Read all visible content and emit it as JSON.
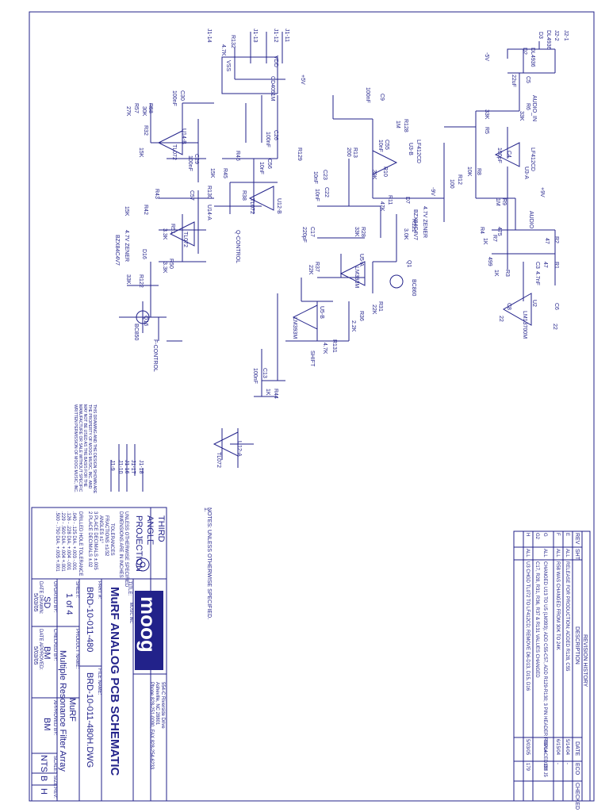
{
  "colors": {
    "ink": "#22228a",
    "paper": "#ffffff"
  },
  "schematic": {
    "components": [
      {
        "id": "j2_1",
        "text": "J2-1"
      },
      {
        "id": "j2_2",
        "text": "J2-2"
      },
      {
        "id": "dl4936_a",
        "text": "DL4936"
      },
      {
        "id": "dl4936_b",
        "text": "DL4936"
      },
      {
        "id": "d2",
        "text": "D2"
      },
      {
        "id": "d3",
        "text": "D3"
      },
      {
        "id": "c5",
        "text": "C5"
      },
      {
        "id": "c5v",
        "text": "22uF"
      },
      {
        "id": "audio_in",
        "text": "AUDIO_IN"
      },
      {
        "id": "r6",
        "text": "R6"
      },
      {
        "id": "r6v",
        "text": "33K"
      },
      {
        "id": "r5",
        "text": "R5"
      },
      {
        "id": "r5v",
        "text": "33K"
      },
      {
        "id": "c4",
        "text": "C4"
      },
      {
        "id": "c4v",
        "text": "100pF"
      },
      {
        "id": "u3a",
        "text": "U3-A"
      },
      {
        "id": "lf412a",
        "text": "LF412CD"
      },
      {
        "id": "r9",
        "text": "R9"
      },
      {
        "id": "r9v",
        "text": "1M"
      },
      {
        "id": "r8",
        "text": "R8"
      },
      {
        "id": "r8v",
        "text": "10K"
      },
      {
        "id": "r12",
        "text": "R12"
      },
      {
        "id": "r12v",
        "text": "100"
      },
      {
        "id": "u3b",
        "text": "U3-B"
      },
      {
        "id": "lf412b",
        "text": "LF412CD"
      },
      {
        "id": "r128",
        "text": "R128"
      },
      {
        "id": "r128v",
        "text": "1M"
      },
      {
        "id": "c55",
        "text": "C55"
      },
      {
        "id": "c55v",
        "text": "10nF"
      },
      {
        "id": "r13",
        "text": "R13"
      },
      {
        "id": "r13v",
        "text": "200"
      },
      {
        "id": "r10",
        "text": "R10"
      },
      {
        "id": "r10v",
        "text": "39K"
      },
      {
        "id": "r11",
        "text": "R11"
      },
      {
        "id": "r11v",
        "text": "47K"
      },
      {
        "id": "d7",
        "text": "D7"
      },
      {
        "id": "zener_a",
        "text": "BZX84C4V7"
      },
      {
        "id": "zener_a2",
        "text": "4.7V ZENER"
      },
      {
        "id": "r121",
        "text": "R121"
      },
      {
        "id": "r121v",
        "text": "3.0K"
      },
      {
        "id": "q1",
        "text": "Q1"
      },
      {
        "id": "bc860",
        "text": "BC860"
      },
      {
        "id": "c9",
        "text": "C9"
      },
      {
        "id": "c9v",
        "text": "100nF"
      },
      {
        "id": "u1",
        "text": "CD4051M"
      },
      {
        "id": "u1_vss",
        "text": "VSS"
      },
      {
        "id": "u1_vdd",
        "text": "VDD"
      },
      {
        "id": "r132",
        "text": "R132"
      },
      {
        "id": "r132v",
        "text": "4.7K"
      },
      {
        "id": "j1_14",
        "text": "J1-14"
      },
      {
        "id": "j1_13",
        "text": "J1-13"
      },
      {
        "id": "j1_12",
        "text": "J1-12"
      },
      {
        "id": "j1_11",
        "text": "J1-11"
      },
      {
        "id": "c30",
        "text": "C30"
      },
      {
        "id": "c30v",
        "text": "100nF"
      },
      {
        "id": "r58",
        "text": "R58"
      },
      {
        "id": "r58v",
        "text": "30K"
      },
      {
        "id": "r57",
        "text": "R57"
      },
      {
        "id": "r57v",
        "text": "27K"
      },
      {
        "id": "r32",
        "text": "R32"
      },
      {
        "id": "r32v",
        "text": "15K"
      },
      {
        "id": "u14b",
        "text": "U14-B"
      },
      {
        "id": "tl072a",
        "text": "TL072"
      },
      {
        "id": "c29",
        "text": "C29"
      },
      {
        "id": "c29v",
        "text": "100nF"
      },
      {
        "id": "c26",
        "text": "C26"
      },
      {
        "id": "c26v",
        "text": "100nF"
      },
      {
        "id": "r129",
        "text": "R129"
      },
      {
        "id": "r46",
        "text": "R46"
      },
      {
        "id": "c56",
        "text": "C56"
      },
      {
        "id": "c56v",
        "text": "10nF"
      },
      {
        "id": "r45",
        "text": "R45"
      },
      {
        "id": "r45v",
        "text": "15K"
      },
      {
        "id": "r130",
        "text": "R130"
      },
      {
        "id": "r38",
        "text": "R38"
      },
      {
        "id": "u12b",
        "text": "U12-B"
      },
      {
        "id": "tl072b",
        "text": "TL072"
      },
      {
        "id": "c57",
        "text": "C57"
      },
      {
        "id": "r43",
        "text": "R43"
      },
      {
        "id": "r42",
        "text": "R42"
      },
      {
        "id": "r42v",
        "text": "15K"
      },
      {
        "id": "u14a",
        "text": "U14-A"
      },
      {
        "id": "tl072c",
        "text": "TL072"
      },
      {
        "id": "r51",
        "text": "R51"
      },
      {
        "id": "r51v",
        "text": "3.3K"
      },
      {
        "id": "zener_b",
        "text": "BZX84C4V7"
      },
      {
        "id": "zener_b2",
        "text": "4.7V ZENER"
      },
      {
        "id": "r50",
        "text": "R50"
      },
      {
        "id": "r50v",
        "text": "3.3K"
      },
      {
        "id": "q_control",
        "text": "Q-CONTROL"
      },
      {
        "id": "d16",
        "text": "D16"
      },
      {
        "id": "r122",
        "text": "R122"
      },
      {
        "id": "r122v",
        "text": "33K"
      },
      {
        "id": "q16",
        "text": "Q16"
      },
      {
        "id": "bc850",
        "text": "BC850"
      },
      {
        "id": "f_control",
        "text": "F-CONTROL"
      },
      {
        "id": "c23",
        "text": "C23"
      },
      {
        "id": "c23v",
        "text": "10nF"
      },
      {
        "id": "c22",
        "text": "C22"
      },
      {
        "id": "c22v",
        "text": "10nF"
      },
      {
        "id": "c17",
        "text": "C17"
      },
      {
        "id": "c17v",
        "text": "220pF"
      },
      {
        "id": "r28",
        "text": "R28"
      },
      {
        "id": "r28v",
        "text": "33K"
      },
      {
        "id": "r37",
        "text": "R37"
      },
      {
        "id": "r37v",
        "text": "22K"
      },
      {
        "id": "u5a",
        "text": "U5-A"
      },
      {
        "id": "lm393a",
        "text": "LM393M"
      },
      {
        "id": "u5b",
        "text": "U5-B"
      },
      {
        "id": "lm393b",
        "text": "LM393M"
      },
      {
        "id": "r31",
        "text": "R31"
      },
      {
        "id": "r31v",
        "text": "22K"
      },
      {
        "id": "r36",
        "text": "R36"
      },
      {
        "id": "r36v",
        "text": "2.2K"
      },
      {
        "id": "r131",
        "text": "R131"
      },
      {
        "id": "r131v",
        "text": "4.7K"
      },
      {
        "id": "shift",
        "text": "SHIFT"
      },
      {
        "id": "c13",
        "text": "C13"
      },
      {
        "id": "c13v",
        "text": "100nF"
      },
      {
        "id": "r44",
        "text": "R44"
      },
      {
        "id": "r44v",
        "text": "1K"
      },
      {
        "id": "u2",
        "text": "U2"
      },
      {
        "id": "lm13700",
        "text": "LM13700M"
      },
      {
        "id": "r7",
        "text": "R7"
      },
      {
        "id": "r7v",
        "text": "475"
      },
      {
        "id": "r4",
        "text": "R4"
      },
      {
        "id": "r4v",
        "text": "1K"
      },
      {
        "id": "r2",
        "text": "R2"
      },
      {
        "id": "r2v",
        "text": "47"
      },
      {
        "id": "r1",
        "text": "R1"
      },
      {
        "id": "r1v",
        "text": "47"
      },
      {
        "id": "r3",
        "text": "R3"
      },
      {
        "id": "r3v",
        "text": "1K"
      },
      {
        "id": "c3",
        "text": "C3"
      },
      {
        "id": "c3v",
        "text": "4.7nF"
      },
      {
        "id": "c8",
        "text": "C8"
      },
      {
        "id": "c8v",
        "text": "22"
      },
      {
        "id": "c6",
        "text": "C6"
      },
      {
        "id": "c6v",
        "text": "22"
      },
      {
        "id": "r499",
        "text": "499"
      },
      {
        "id": "audio_out",
        "text": "AUDIO"
      },
      {
        "id": "u12a",
        "text": "U12-A"
      },
      {
        "id": "tl072d",
        "text": "TL072"
      },
      {
        "id": "j1_9",
        "text": "J1-9"
      },
      {
        "id": "j1_10",
        "text": "J1-10"
      },
      {
        "id": "j1_16",
        "text": "J1-16"
      },
      {
        "id": "j1_17",
        "text": "J1-17"
      },
      {
        "id": "j1_18",
        "text": "J1-18"
      },
      {
        "id": "pos5",
        "text": "+5V"
      },
      {
        "id": "neg5",
        "text": "-5V"
      },
      {
        "id": "pos9",
        "text": "+9V"
      },
      {
        "id": "neg9",
        "text": "-9V"
      }
    ]
  },
  "notes": {
    "heading": "NOTES: UNLESS OTHERWISE SPECIFIED.",
    "item1": "1."
  },
  "proprietary": {
    "line1": "THIS DRAWING AND THE DESIGN SHOWN ARE",
    "line2": "THE PROPERTY OF MOOG MUSIC, INC. AND",
    "line3": "MAY NOT BE USED AS THE BASIS FOR THE",
    "line4": "MANUFACTURE OR SALE WITHOUT SPECIFIC",
    "line5": "WRITTEN PERMISSION OF MOOG MUSIC, INC."
  },
  "revision_history": {
    "title": "REVISION HISTORY",
    "headers": {
      "rev": "REV",
      "sht": "SHT",
      "desc": "DESCRIPTION",
      "date": "DATE",
      "eco": "ECO",
      "checked": "CHECKED"
    },
    "rows": [
      {
        "rev": "E",
        "sht": "ALL",
        "desc": "RELEASE FOR PRODUCTION; ADDED R128, C55",
        "date": "5/14/04",
        "eco": "-"
      },
      {
        "rev": "F",
        "sht": "ALL",
        "desc": "R58 WAS CHANGED FROM 30K TO 24K",
        "date": "6/15/04",
        "eco": "-"
      },
      {
        "rev": "G",
        "sht": "ALL",
        "desc": "CHANGED U13 TO U5 (LM393); ADD C55-C57, ADD R129-R130; 3 PIN HEADER REPLACED BY J5",
        "date": "7/8/04",
        "eco": "133"
      },
      {
        "rev": "G2",
        "sht": "",
        "desc": "C17, R28, R31, R36, R37 & R131 VALUES CHANGED",
        "date": "",
        "eco": ""
      },
      {
        "rev": "H",
        "sht": "ALL",
        "desc": "U3 CHGD TL072 TO LF412CD; REMOVE D6-D13, D15, D16",
        "date": "5/03/05",
        "eco": "179"
      }
    ]
  },
  "title_block": {
    "company_address1": "554-C Riverside Drive",
    "company_address2": "Asheville, NC 28801",
    "company_phone": "Phone 828-251-0090, FAX 828-254-6233",
    "logo_text": "moog",
    "logo_sub": "MUSIC INC",
    "title_label": "TITLE:",
    "title": "MuRF ANALOG PCB SCHEMATIC",
    "part_label": "PART #:",
    "part": "BRD-10-011-480",
    "file_label": "FILE NAME:",
    "file": "BRD-10-011-480H.DWG",
    "sheet_label": "SHEET:",
    "sheet": "1 of 4",
    "product_label": "PRODUCT NAME:",
    "product": "MuRF",
    "product_desc": "Multiple Resonance Filter Array",
    "updated_label": "UPDATED BY:",
    "updated": "SD",
    "checked_label": "CHECKED BY:",
    "checked": "BM",
    "approved_label": "APPROVED BY:",
    "approved": "BM",
    "date_drawn_label": "DATE DRAWN:",
    "date_drawn": "5/03/05",
    "date_approved_label": "DATE APPROVED:",
    "date_approved": "5/03/05",
    "scale_label": "SCALE:",
    "scale": "NTS",
    "size_label": "SIZE:",
    "size": "B",
    "rev_label": "REV:",
    "rev": "H",
    "third_angle1": "THIRD",
    "third_angle2": "ANGLE",
    "third_angle3": "PROJECTION",
    "tol_title1": "UNLESS OTHERWISE SPECIFIED",
    "tol_title2": "DIMENSIONS ARE IN INCHES",
    "tol_hdr": "TOLERANCES",
    "tol_frac": "FRACTIONS ±1/32",
    "tol_ang": "ANGLES ±1°",
    "tol_3pl": "3 PLACE DECIMALS ±.005",
    "tol_2pl": "2 PLACE DECIMALS ±.02",
    "drill_hdr": "DRILLED HOLE TOLERANCE",
    "drill1": ".040 - .125 DIA. +.003 -.001",
    "drill2": ".126 - .228 DIA. +.004 -.001",
    "drill3": ".229 - .500 DIA. +.004 +.001",
    "drill4": ".500 - .750 DIA. +.005 +.001"
  }
}
